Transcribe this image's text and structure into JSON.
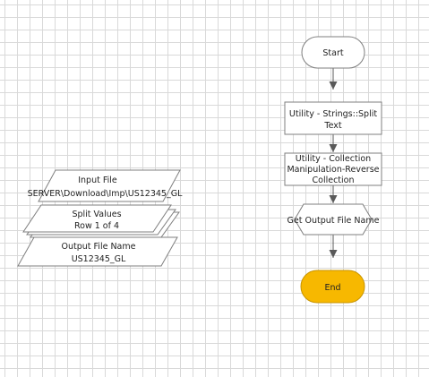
{
  "flowchart": {
    "start": {
      "label": "Start"
    },
    "split_text": {
      "line1": "Utility - Strings::Split",
      "line2": "Text"
    },
    "reverse_collection": {
      "line1": "Utility - Collection",
      "line2": "Manipulation-Reverse",
      "line3": "Collection"
    },
    "get_output_file_name": {
      "label": "Get Output File Name"
    },
    "end": {
      "label": "End"
    }
  },
  "data_items": {
    "input_file": {
      "name": "Input File",
      "value": "SERVER\\Download\\Imp\\US12345_GL"
    },
    "split_values": {
      "name": "Split Values",
      "value": "Row 1 of 4"
    },
    "output_file_name": {
      "name": "Output File Name",
      "value": "US12345_GL"
    }
  },
  "colors": {
    "end_fill": "#f7b800",
    "arrow": "#595959",
    "stage_stroke": "#7f7f7f"
  }
}
